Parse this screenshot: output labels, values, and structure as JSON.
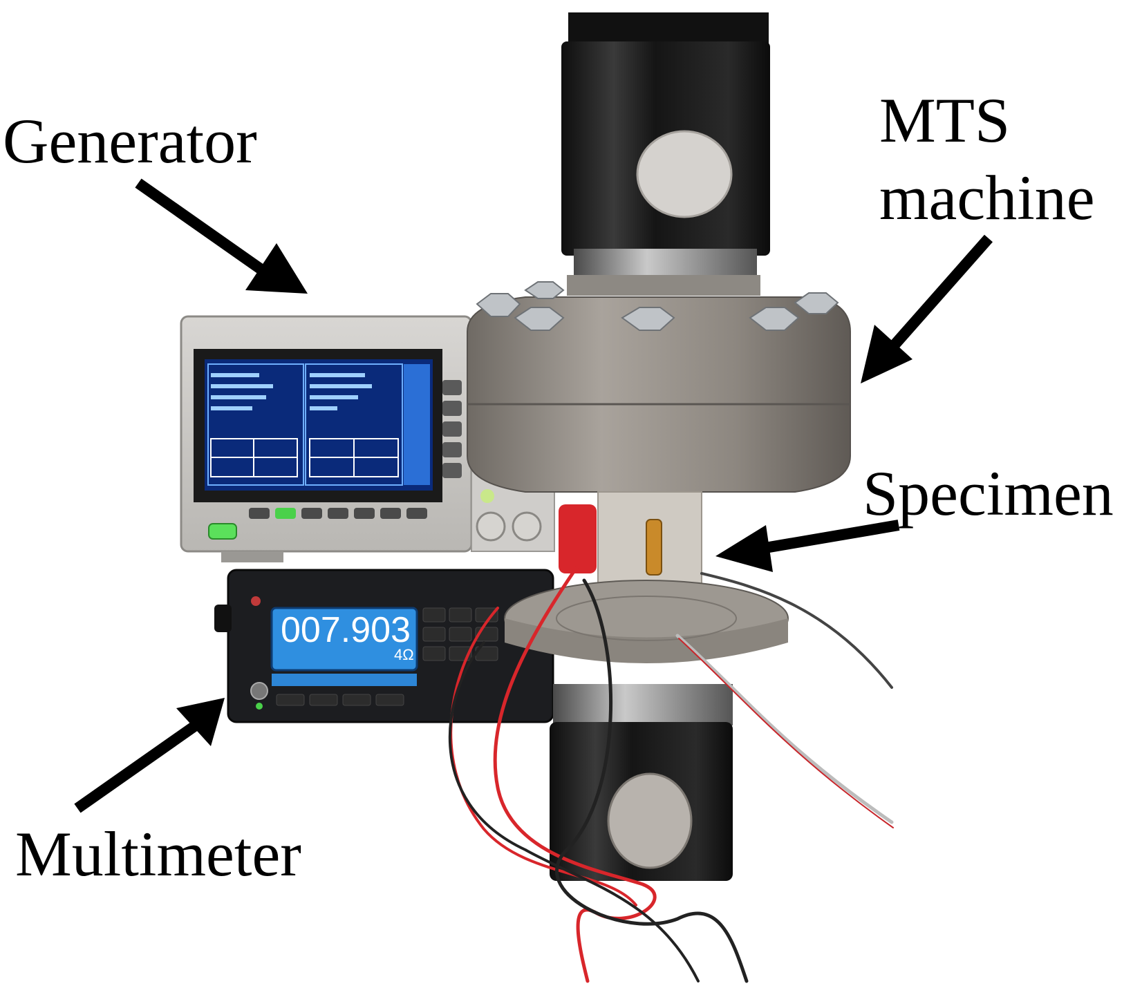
{
  "labels": {
    "generator": "Generator",
    "mts_line1": "MTS",
    "mts_line2": "machine",
    "specimen": "Specimen",
    "multimeter": "Multimeter"
  },
  "multimeter_display": {
    "reading": "007.903",
    "unit": "4Ω"
  },
  "colors": {
    "background": "#ffffff",
    "label_text": "#000000",
    "multimeter_screen": "#2f8fe0",
    "generator_screen": "#0a2a7a",
    "wire_red": "#d8262b",
    "wire_black": "#222222"
  }
}
